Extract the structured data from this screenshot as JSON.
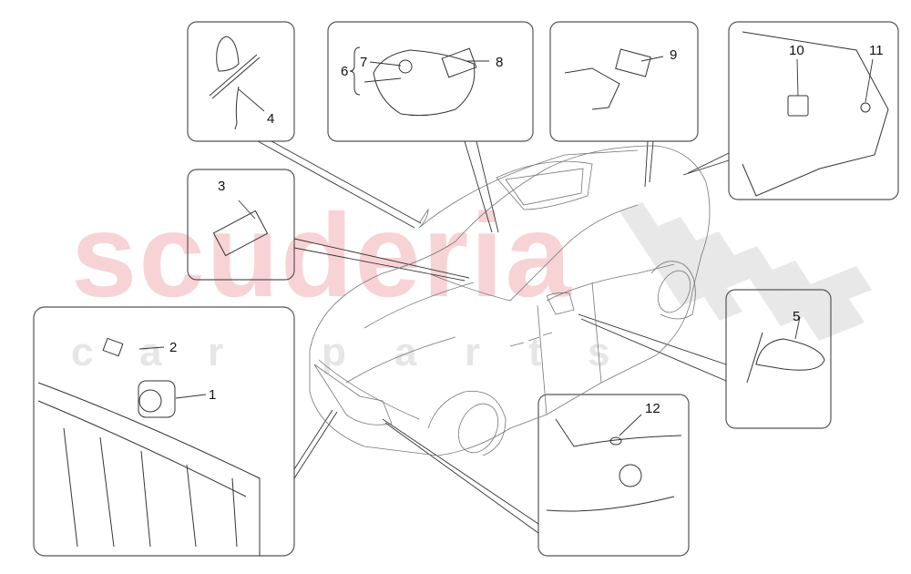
{
  "diagram": {
    "type": "parts-exploded-view",
    "subject": "SUV vehicle with electronic modules and sensors",
    "watermark": {
      "main": "scuderia",
      "sub_letters": [
        "c",
        "a",
        "r",
        "p",
        "a",
        "r",
        "t",
        "s"
      ],
      "main_color": "#f8d3d6",
      "sub_color": "#e6e6e6",
      "checker_color": "#e3e3e3"
    },
    "callouts": [
      {
        "id": "1",
        "label": "1",
        "panel": "front-grille-radar"
      },
      {
        "id": "2",
        "label": "2",
        "panel": "front-grille-radar"
      },
      {
        "id": "3",
        "label": "3",
        "panel": "control-module"
      },
      {
        "id": "4",
        "label": "4",
        "panel": "interior-mirror"
      },
      {
        "id": "5",
        "label": "5",
        "panel": "side-mirror"
      },
      {
        "id": "6",
        "label": "6",
        "panel": "overhead-console"
      },
      {
        "id": "7",
        "label": "7",
        "panel": "overhead-console"
      },
      {
        "id": "8",
        "label": "8",
        "panel": "overhead-console"
      },
      {
        "id": "9",
        "label": "9",
        "panel": "roof-module"
      },
      {
        "id": "10",
        "label": "10",
        "panel": "rear-radar"
      },
      {
        "id": "11",
        "label": "11",
        "panel": "rear-radar"
      },
      {
        "id": "12",
        "label": "12",
        "panel": "front-bumper-sensor"
      }
    ],
    "colors": {
      "line": "#333333",
      "panel_border": "#555555",
      "background": "#ffffff"
    }
  }
}
